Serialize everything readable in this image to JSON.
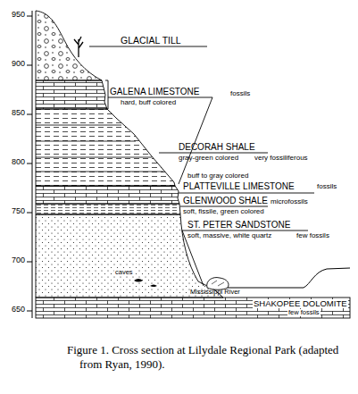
{
  "diagram": {
    "caption": "Figure 1. Cross section at Lilydale Regional Park (adapted from Ryan, 1990).",
    "labels": [
      "950",
      "900",
      "850",
      "800",
      "750",
      "700",
      "650",
      "GLACIAL TILL",
      "GALENA LIMESTONE",
      "hard, buff colored",
      "fossils",
      "DECORAH SHALE",
      "gray-green colored",
      "very fossiliferous",
      "buff to gray colored",
      "PLATTEVILLE LIMESTONE",
      "fossils",
      "GLENWOOD SHALE",
      "microfossils",
      "soft, fissile, green colored",
      "ST. PETER SANDSTONE",
      "soft, massive, white quartz",
      "few fossils",
      "caves",
      "Mississippi River",
      "SHAKOPEE DOLOMITE",
      "few fossils"
    ]
  }
}
